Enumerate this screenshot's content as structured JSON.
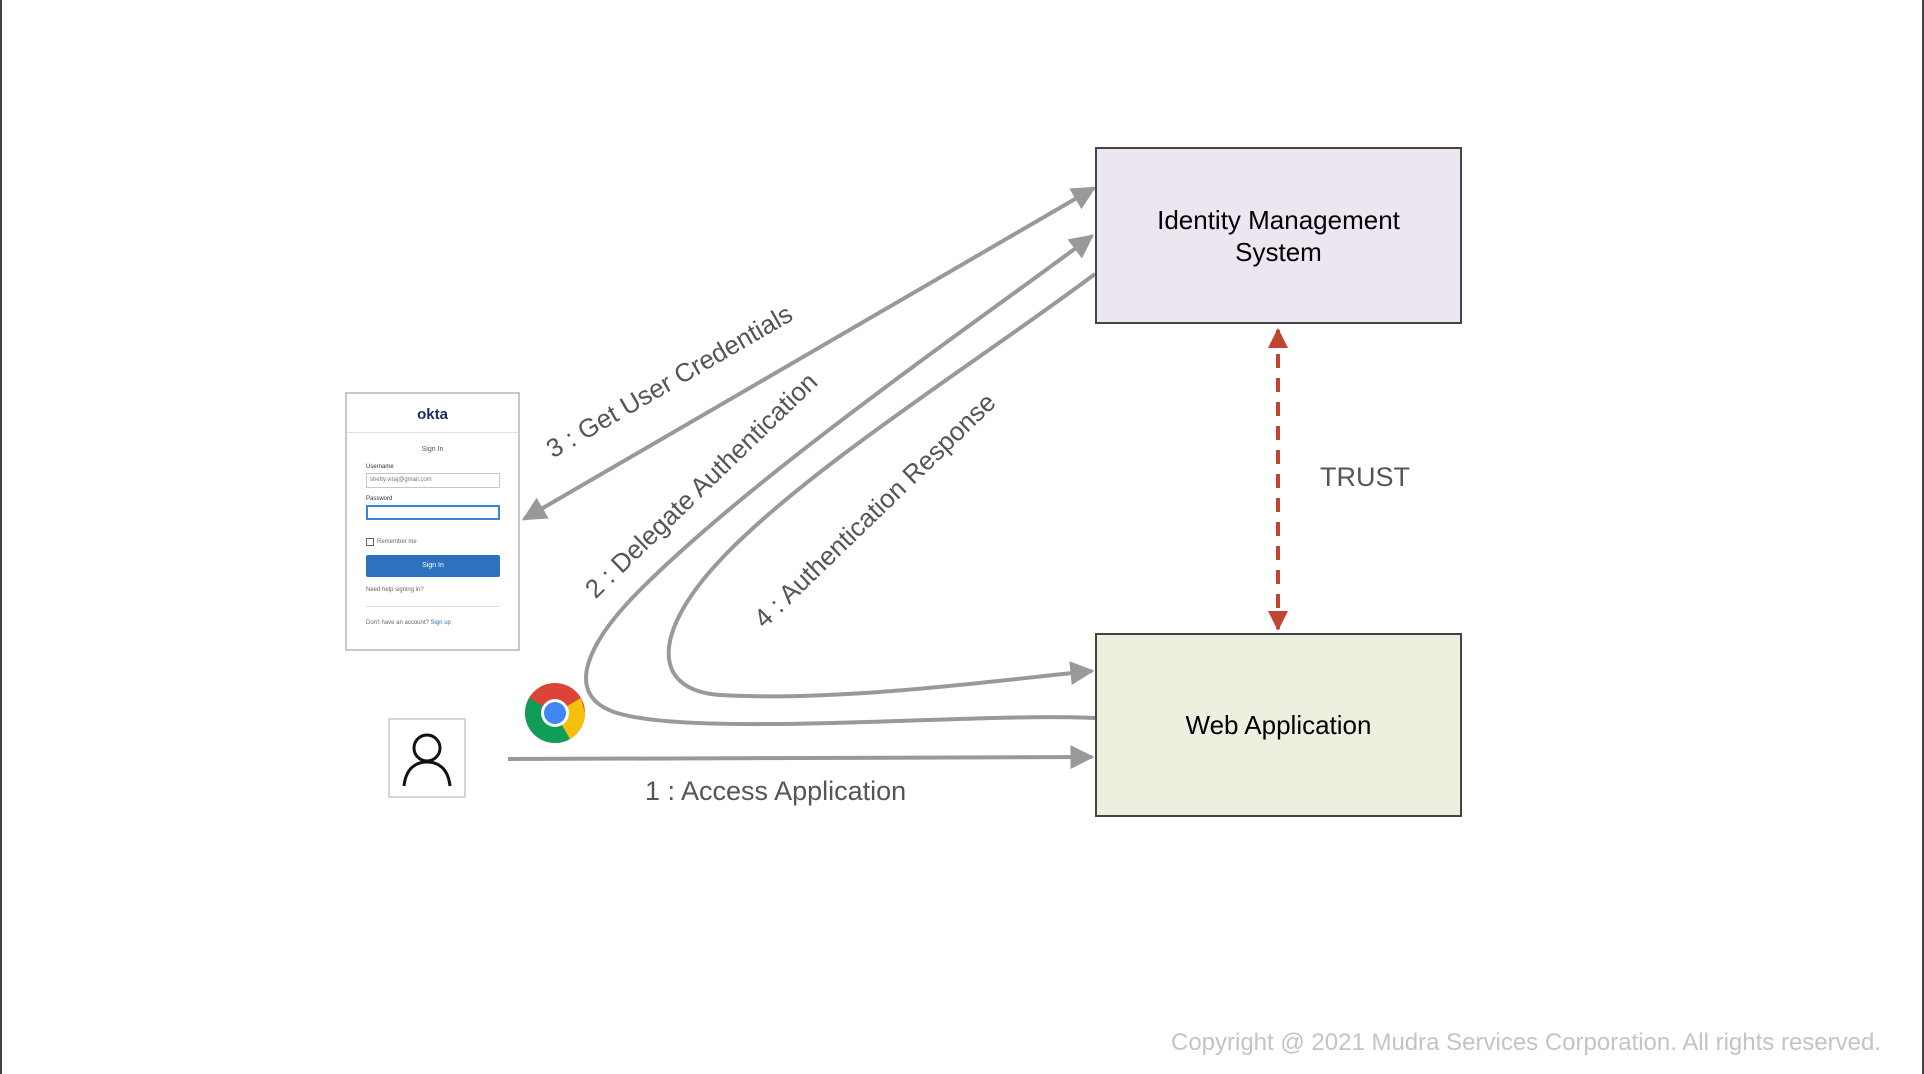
{
  "nodes": {
    "identity_management": "Identity Management System",
    "identity_management_line1": "Identity Management",
    "identity_management_line2": "System",
    "web_application": "Web Application"
  },
  "edges": {
    "step1": "1 : Access Application",
    "step2": "2 : Delegate Authentication",
    "step3": "3 : Get User Credentials",
    "step4": "4 : Authentication Response",
    "trust": "TRUST"
  },
  "login_form": {
    "brand": "okta",
    "title": "Sign In",
    "username_label": "Username",
    "username_value": "shetty.viraj@gmail.com",
    "password_label": "Password",
    "remember_label": "Remember me",
    "signin_button": "Sign In",
    "help_text": "Need help signing in?",
    "no_account_text": "Don't have an account?",
    "signup_link": "Sign up"
  },
  "icons": {
    "user": "user-icon",
    "browser": "chrome-icon"
  },
  "colors": {
    "arrow": "#999999",
    "trust_arrow": "#c0452e",
    "idm_fill": "#ebe6ef",
    "web_fill": "#ebf0df"
  },
  "footer": {
    "copyright": "Copyright @ 2021 Mudra Services Corporation. All rights reserved."
  }
}
